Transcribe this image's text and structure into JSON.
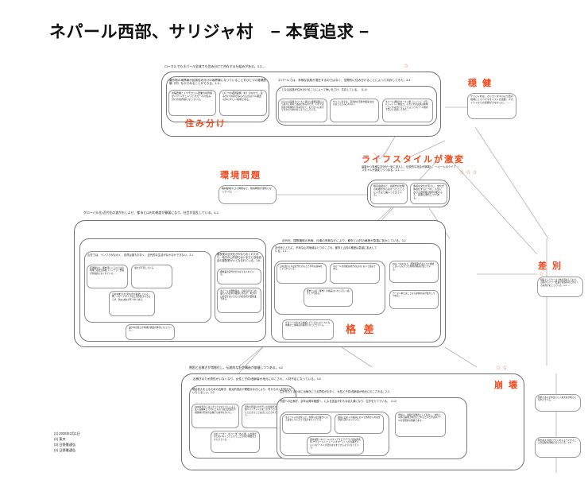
{
  "page": {
    "title": "ネパール西部、サリジャ村　− 本質追求 −",
    "accent_red": "#f4491d",
    "border_gray": "#6d6d6d",
    "background": "#ffffff"
  },
  "callouts": {
    "sumiwake": {
      "label": "住み分け",
      "stars": "☆"
    },
    "onken": {
      "label": "穏 健",
      "stars": ""
    },
    "kankyo": {
      "label": "環境問題",
      "stars": ""
    },
    "lifestyle": {
      "label": "ライフスタイルが激変",
      "stars": "☆☆☆"
    },
    "kakusa": {
      "label": "格 差",
      "stars": "☆☆"
    },
    "sabetsu": {
      "label": "差 別",
      "stars": "☆"
    },
    "houkai": {
      "label": "崩 壊",
      "stars": "☆☆"
    }
  },
  "section_coexist": {
    "lead": "ローカルでもネパール全体でも住み分けて共存する仕組みがある。3-3‥‥",
    "left": {
      "head": "農作物の境界線が民族住み分けの境界線になっていることをひとつの灌漑設備（村）なかでみることができる。1-5‥",
      "cells": [
        "水稲農業とトウモロコシ農業の境界線がバフン・チェトリとマガールの住み分けの境界線になっている。",
        "ひとつの灌漑設備（村）のなかで、住み分け・共存がみられるのはベル調査以外に珍しい地域である。"
      ]
    },
    "right": {
      "head": "ネパールでは、多様な民族が混在するのではなく、空間的に住み分けることによって共存してきた。3-4",
      "sub": "ことなる民族が住み分けることによって争いをさけ、共存している。（1-4）",
      "cells": [
        "元among民族ネパールと異なり灌漑設備により諸々に境界と諸説があるのだが、いまでは用語が地理的に住み分けて、おたがいにあまりかかわりあわないようにしている。",
        "サリジャ村では、違法的な活動や闘争・対立がほとんどみられない。",
        "ネパール諸族のカースト制（ジャート）が公にジャトレン制度か、それぞれの民族は地域ごとにすみ分けることによってネパール国内で互いに共存してきた。‥"
      ]
    }
  },
  "section_onken": {
    "cell": "サリジャ村は、カリガンダキ川より西の地域にくらべてマオイストの活動、マオイストからの影響が少なかった。‥‥‥"
  },
  "section_kankyo": {
    "cell": "森林破壊やゴミ問題など、環境問題が深刻になっている。‥‥‥"
  },
  "section_lifestyle": {
    "lead": "最新かつ多様な文化が一気に流入し、伝統的な社会が崩壊し、一人一人のライフスタイルが激変しつつある。3-1‥‥‥",
    "cells": [
      "携帯電話など、最新式の文明の利器が外らなかったところにいきなり届いってきている。‥",
      "多様な文化が流入し、文化が多様化するにつれ、人生における選択肢・選択可能れふえ、競争も激化しつつある。‥"
    ]
  },
  "section_kakusa": {
    "lead": "グローバル化・近代化の波がおしよせ、都市と山村の格差が顕著になり、社会が混乱している。4-1",
    "left": {
      "head": "地理的なハンドがあり、インフラ・教育・産業がととのわず、近代化から山村はとりのこされている。3-4",
      "sub_a": "山村では、インフラがよわく、自然災害もおおく、近代的な生活がなかなかできない。2-1",
      "sub_b": "農牧業の近代化がかなりおくれており、地方の山村部ではいまだに自給自足の農牧業がいとなまれている。1-6‥",
      "cells": [
        "交通網など、都市部にくらべて山村地域では社会基盤（インフラ）整備が全般的におくれている。‥",
        "電力が不足している。‥",
        "山村地域では土砂災害が多発している例、ハザードマップなどが作製されておらず、防災・減災が不十分である。‥",
        "識字率の低さが地域の発展の障害になっている。‥",
        "農牧業の近代化がかなりおくれている。",
        "ネパールの農牧業は、自給自足から商業化への変革の段階にあるが、地方の山村部ではいまだに自給自足の農牧業である。"
      ]
    },
    "right": {
      "head": "近代化、国際援助の有無、仕事の有無などにより、都市と山村の格差が急激に拡大している。3-2",
      "sub": "近代化とともに、不利な山村地域はとりのこされ、都市と山村の格差は急激に拡大している。1-1‥",
      "cells": [
        "山村部の人々は近代化のもとで不利な競争をしいられている。",
        "ネパールの首都は地方の山村において貧富である。",
        "ODA・NGOなど、国際援助がはいった地域とはいらなかった地域の格差が生じている。‥",
        "都市と山村（都市）の格差はいちじるしく拡大しつつある。",
        "カースト制とはことなる新興の差が拡大しつつある。‥",
        "グローバル化する地域とそうでないローカルな地域の二重構造が顕著になってきている。‥‥"
      ]
    }
  },
  "section_sabetsu": {
    "cell": "根底としてカースト制が存在しており、山間からドゥー農業が建民族の上位にくる差別がおこっている。1-2‥‥"
  },
  "section_houkai": {
    "lead": "貧困と出稼ぎが常態化し、伝統的な社会構造が崩壊しつつある。4-2",
    "head": "出稼ぎのため男性がいなくなり、女性と子供・高齢者が地元にのこされ、人材不足になっている。3-5",
    "left": {
      "sub": "現金収入をえるための出稼ぎ、政治的混乱や問題点などにより、村からの人材流出がいちじるしい。2-2",
      "cells": [
        "1990年代からはじまったマオイストによる反人民闘争と それにともなう政治的混乱や問題構が若者の出稼ぎに拍車をかけた。‥",
        "男性の若者はカずモメが出稼ぎのために外国へいくチャンスをうかがっているが 国内にとどまることはほとんどされていない。‥",
        "村のリーダー（ガリーダー的人間）も出稼ぎのためいなくってしまうことが村の発展をさまたげている。‥"
      ]
    },
    "right": {
      "sub": "生計をたてるために出稼ぎにでる男性がおおく、女性と子供・高齢者が地元にのこされる。2-3",
      "sub2": "外国への出稼ぎ、近年は周年諸国へ、による送金がおもな収入源になり、生計をたてている。（1-2）",
      "cells": [
        "ネパール人の送金くが、外国への出稼ぎによる送金とりによって生計をたてている。",
        "諸所におおくの家庭において外国からの送金の収入源になっている。",
        "男性は、出稼ぎ労働者として転出し、女性と子供・高齢者が地元にされるというのはネパールの全国的な現象である。‥",
        "周年諸国（ネパール・マウジアラビア・アラブ首長国連邦・クウェート・バーレーン・オマーン）への出稼ぎにいくネパール人が目をはなすできるようになっている。"
      ]
    },
    "right_cells": [
      "貧困であるが中又にに人身売買が後にになれけでいる。‥‥",
      "現金収入が地元でえられるようにすることが出稼ぎ抑制になっている。2-5‥‥"
    ]
  },
  "footnotes": [
    "(1) 2026年3月1日",
    "(2) 東京",
    "(3) 日野憲通弘",
    "(4) 日野憲通弘"
  ]
}
